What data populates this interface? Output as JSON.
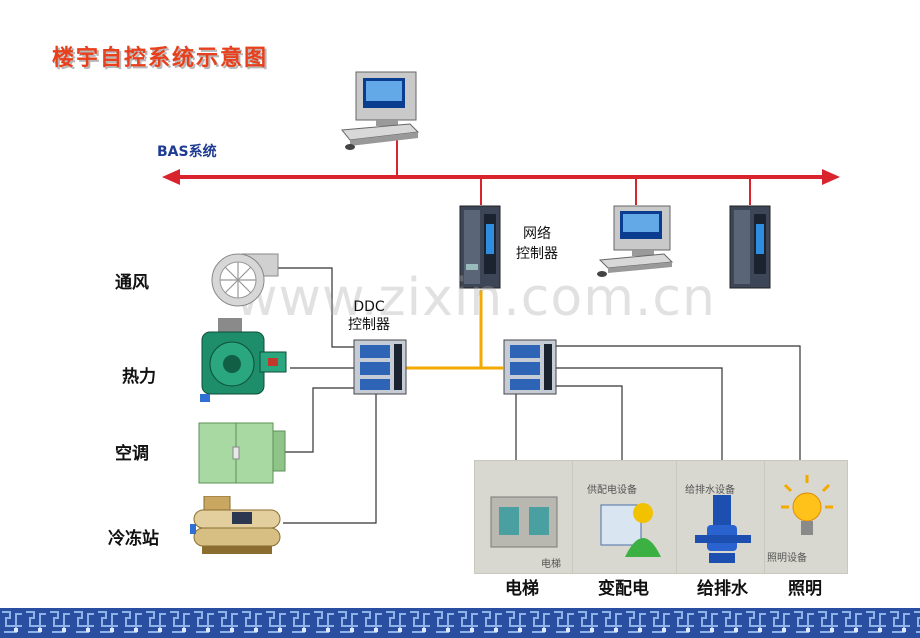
{
  "title": "楼宇自控系统示意图",
  "bas_label": "BAS系统",
  "network_controller": {
    "line1": "网络",
    "line2": "控制器"
  },
  "ddc": {
    "line1": "DDC",
    "line2": "控制器"
  },
  "left_devices": [
    "通风",
    "热力",
    "空调",
    "冷冻站"
  ],
  "right_devices": [
    "电梯",
    "变配电",
    "给排水",
    "照明"
  ],
  "panel_texts": {
    "power": "供配电设备",
    "water": "给排水设备",
    "light": "照明设备",
    "elevator": "电梯"
  },
  "watermark": "www.zixin.com.cn",
  "colors": {
    "bus": "#d9232d",
    "ddc_link": "#f2a900",
    "title": "#e8401c",
    "bas": "#1f3c93"
  }
}
